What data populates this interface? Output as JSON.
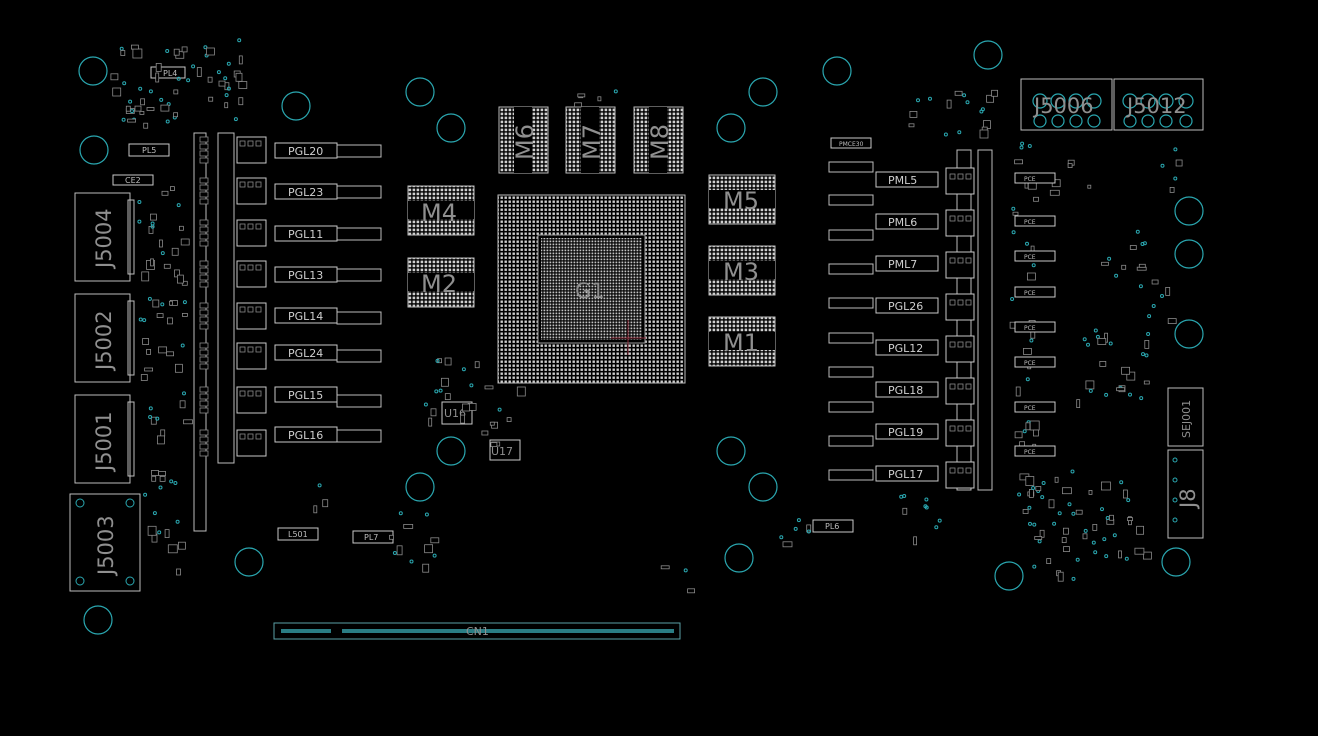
{
  "board": {
    "background": "#000000",
    "accent_color": "#2aa7b0",
    "outline_color": "#c9c9c9"
  },
  "gpu": {
    "label": "G1"
  },
  "memory": {
    "m1": "M1",
    "m2": "M2",
    "m3": "M3",
    "m4": "M4",
    "m5": "M5",
    "m6": "M6",
    "m7": "M7",
    "m8": "M8"
  },
  "connectors": {
    "j5004": "J5004",
    "j5002": "J5002",
    "j5001": "J5001",
    "j5003": "J5003",
    "j5006": "J5006",
    "j5012": "J5012",
    "j8": "J8",
    "sej001": "SEJ001",
    "cn1": "CN1"
  },
  "chips": {
    "u16": "U16",
    "u17": "U17"
  },
  "inductors_left": [
    "PGL20",
    "PGL23",
    "PGL11",
    "PGL13",
    "PGL14",
    "PGL24",
    "PGL15",
    "PGL16"
  ],
  "inductors_right": [
    "PML5",
    "PML6",
    "PML7",
    "PGL26",
    "PGL12",
    "PGL18",
    "PGL19",
    "PGL17"
  ],
  "misc_left": {
    "pl4": "PL4",
    "pl5": "PL5",
    "ce2": "CE2",
    "l501": "L501",
    "pl7": "PL7"
  },
  "misc_right": {
    "pl6": "PL6",
    "pce": "PCE",
    "pce30": "PMCE30"
  }
}
